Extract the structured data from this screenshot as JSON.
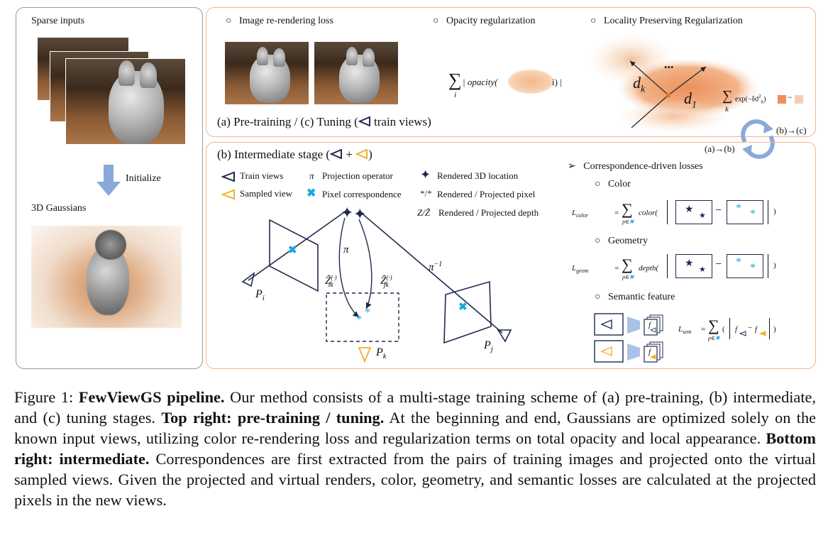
{
  "left_panel": {
    "sparse_inputs": "Sparse inputs",
    "initialize": "Initialize",
    "gaussians_3d": "3D Gaussians"
  },
  "top_panel": {
    "loss_image": "Image re-rendering loss",
    "loss_opacity": "Opacity regularization",
    "loss_locality": "Locality Preserving Regularization",
    "opacity_formula": "| opacity(",
    "opacity_formula_tail": "i) |",
    "sum_sub_i": "i",
    "dk": "d",
    "dk_sub": "k",
    "d1": "d",
    "d1_sub": "1",
    "dots": "...",
    "locality_formula": "exp(−δd",
    "locality_formula_sup": "2",
    "locality_formula_sub": "k",
    "locality_tail": ")",
    "stage_label": "(a) Pre-training / (c)  Tuning (",
    "stage_label_tail": " train views)"
  },
  "cycle": {
    "b_to_c": "(b)→(c)",
    "a_to_b": "(a)→(b)"
  },
  "bottom_panel": {
    "title": "(b) Intermediate stage (",
    "title_plus": " + ",
    "title_tail": ")",
    "legend": {
      "train_views": "Train views",
      "sampled_view": "Sampled view",
      "projection_operator": "Projection operator",
      "pi_symbol": "π",
      "pixel_correspondence": "Pixel correspondence",
      "rendered_3d_location": "Rendered 3D location",
      "rendered_projected_pixel": "Rendered / Projected pixel",
      "rendered_projected_depth": "Rendered / Projected depth",
      "star_sym": "*/*",
      "z_sym": "Z/Z̃"
    },
    "diagram": {
      "pi": "π",
      "pi_inv": "π",
      "pi_inv_sup": "−1",
      "z_ik": "Z̃",
      "z_ik_sub": "ik",
      "z_jk": "Z̃",
      "z_jk_sub": "jk",
      "z_sup": "(·)",
      "p_i": "P",
      "p_i_sub": "i",
      "p_j": "P",
      "p_j_sub": "j",
      "p_k": "P",
      "p_k_sub": "k"
    },
    "losses": {
      "header": "Correspondence-driven losses",
      "color": "Color",
      "geometry": "Geometry",
      "semantic": "Semantic feature",
      "l_color": "L",
      "l_color_sub": "color",
      "l_geom": "L",
      "l_geom_sub": "geom",
      "l_sem": "L",
      "l_sem_sub": "sem",
      "eq": "=",
      "sum_sub": "p∈",
      "color_fn": "color(",
      "depth_fn": "depth(",
      "f_sym": "f"
    }
  },
  "caption": {
    "figure_label": "Figure 1: ",
    "title_bold": "FewViewGS pipeline.",
    "text1": " Our method consists of a multi-stage training scheme of (a) pre-training, (b) intermediate, and (c) tuning stages. ",
    "bold2": "Top right: pre-training / tuning.",
    "text2": " At the beginning and end, Gaussians are optimized solely on the known input views, utilizing color re-rendering loss and regularization terms on total opacity and local appearance. ",
    "bold3": "Bottom right: intermediate.",
    "text3": " Correspondences are first extracted from the pairs of training images and projected onto the virtual sampled views. Given the projected and virtual renders, color, geometry, and semantic losses are calculated at the projected pixels in the new views."
  },
  "colors": {
    "navy": "#1f2a4d",
    "cyan": "#1aa8e0",
    "orange_accent": "#f0b030",
    "panel_border": "#f0b48a",
    "arrow_blue": "#8aa8dc"
  }
}
